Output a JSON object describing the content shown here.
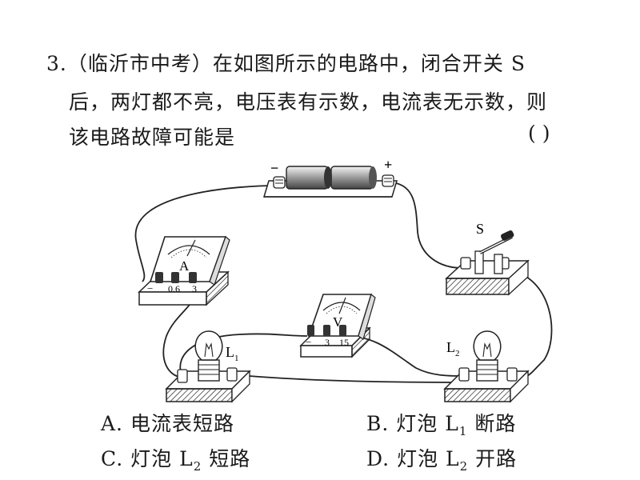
{
  "question": {
    "number": "3.",
    "source": "（临沂市中考）",
    "line1_text": "在如图所示的电路中，闭合开关 S",
    "line2_text": "后，两灯都不亮，电压表有示数，电流表无示数，则",
    "line3_text": "该电路故障可能是",
    "answer_paren": "(        )"
  },
  "diagram": {
    "battery_minus": "−",
    "battery_plus": "+",
    "ammeter_label": "A",
    "ammeter_terminals": [
      "−",
      "0.6",
      "3"
    ],
    "voltmeter_label": "V",
    "voltmeter_terminals": [
      "−",
      "3",
      "15"
    ],
    "switch_label": "S",
    "lamp1_label": "L",
    "lamp1_sub": "1",
    "lamp2_label": "L",
    "lamp2_sub": "2"
  },
  "options": {
    "A": {
      "letter": "A.",
      "text": "电流表短路"
    },
    "B": {
      "letter": "B.",
      "pre": "灯泡 L",
      "sub": "1",
      "post": " 断路"
    },
    "C": {
      "letter": "C.",
      "pre": "灯泡 L",
      "sub": "2",
      "post": " 短路"
    },
    "D": {
      "letter": "D.",
      "pre": "灯泡 L",
      "sub": "2",
      "post": " 开路"
    }
  }
}
